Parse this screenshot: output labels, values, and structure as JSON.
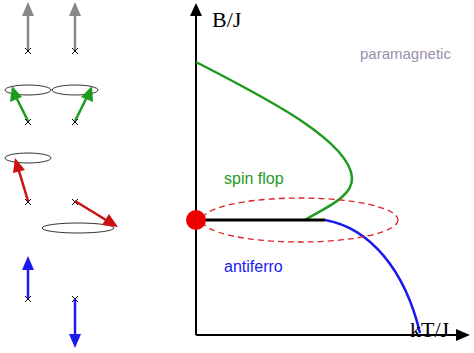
{
  "diagram": {
    "labels": [
      "B/J",
      "kT/J",
      "paramagnetic",
      "spin flop",
      "antiferro"
    ]
  }
}
